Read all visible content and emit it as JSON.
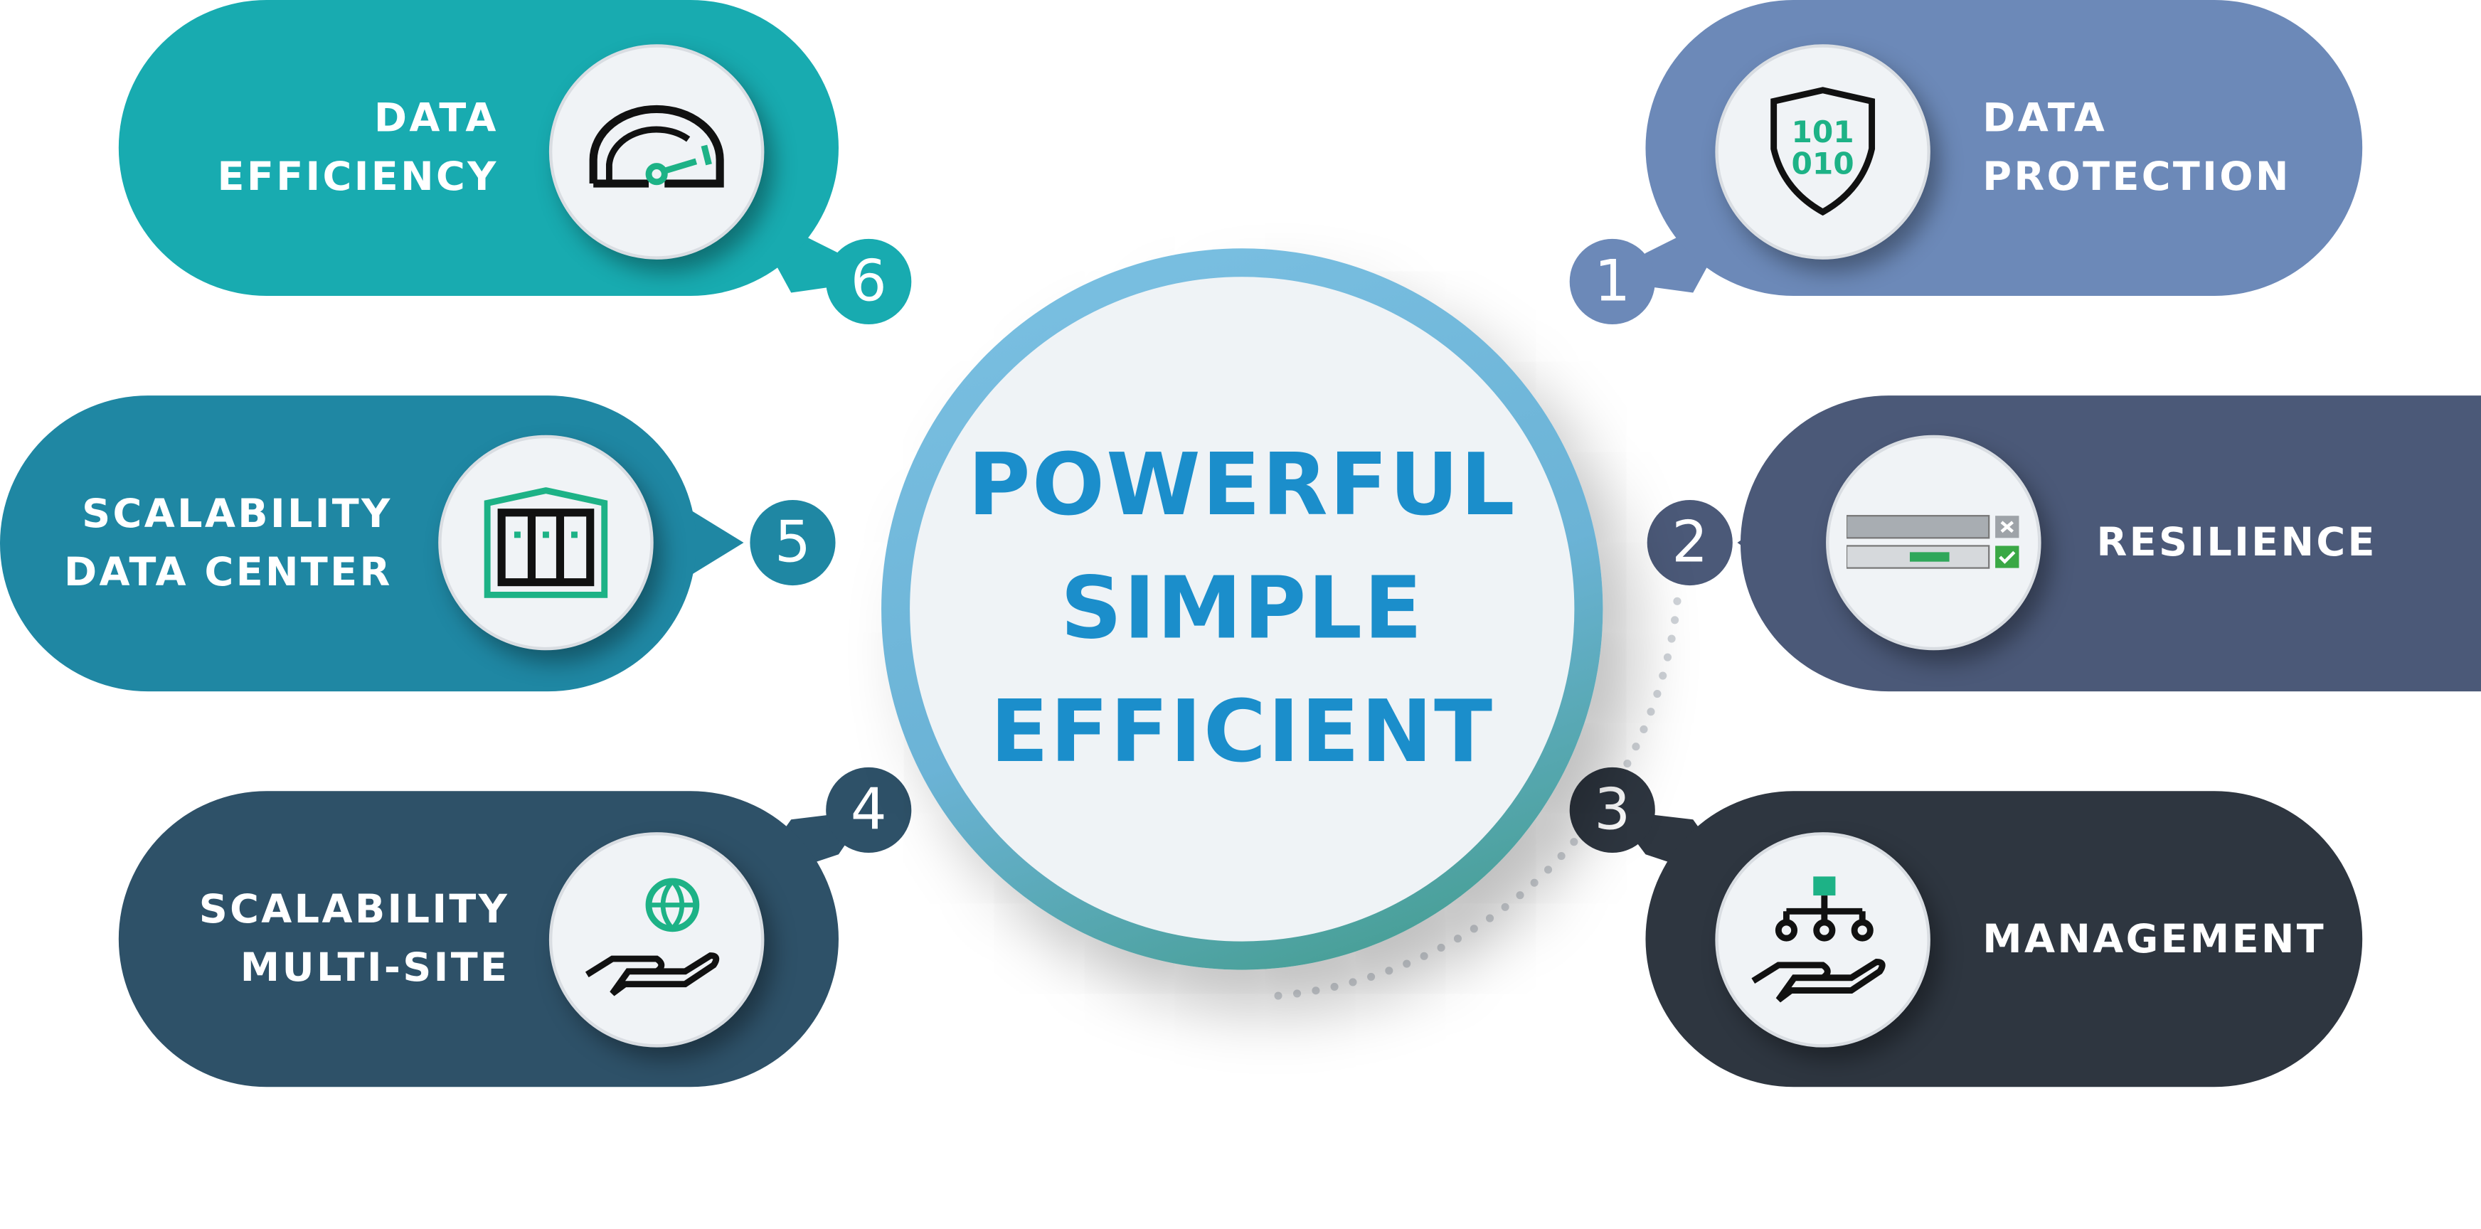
{
  "center": {
    "lines": [
      "POWERFUL",
      "SIMPLE",
      "EFFICIENT"
    ],
    "color": "#1b8ecb"
  },
  "items": [
    {
      "number": "1",
      "lines": [
        "DATA",
        "PROTECTION"
      ],
      "icon": "shield-binary-icon",
      "color": "#6c89b8"
    },
    {
      "number": "2",
      "lines": [
        "RESILIENCE"
      ],
      "icon": "server-failover-icon",
      "color": "#4b5978"
    },
    {
      "number": "3",
      "lines": [
        "MANAGEMENT"
      ],
      "icon": "hand-hierarchy-icon",
      "color": "#2e3640"
    },
    {
      "number": "4",
      "lines": [
        "SCALABILITY",
        "MULTI-SITE"
      ],
      "icon": "hand-globe-icon",
      "color": "#2e5168"
    },
    {
      "number": "5",
      "lines": [
        "SCALABILITY",
        "DATA CENTER"
      ],
      "icon": "data-center-icon",
      "color": "#1f87a3"
    },
    {
      "number": "6",
      "lines": [
        "DATA",
        "EFFICIENCY"
      ],
      "icon": "speedometer-icon",
      "color": "#18abb0"
    }
  ]
}
